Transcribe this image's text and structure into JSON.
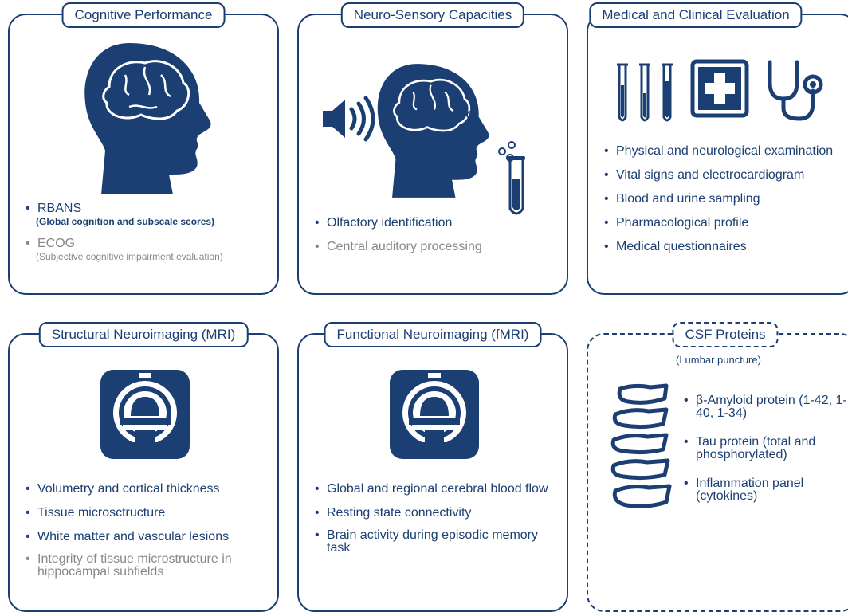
{
  "panels": {
    "cognitive": {
      "title": "Cognitive Performance",
      "items": [
        {
          "label": "RBANS",
          "sub": "(Global cognition and subscale scores)"
        },
        {
          "label": "ECOG",
          "sub": "(Subjective cognitive impairment evaluation)"
        }
      ]
    },
    "neurosensory": {
      "title": "Neuro-Sensory Capacities",
      "items": [
        "Olfactory identification",
        "Central auditory processing"
      ]
    },
    "medical": {
      "title": "Medical and Clinical Evaluation",
      "items": [
        "Physical and neurological examination",
        "Vital signs and electrocardiogram",
        "Blood and urine sampling",
        "Pharmacological profile",
        "Medical questionnaires"
      ]
    },
    "structural": {
      "title": "Structural Neuroimaging (MRI)",
      "items": [
        "Volumetry and cortical thickness",
        "Tissue microsctructure",
        "White matter and vascular lesions",
        "Integrity of tissue microstructure in hippocampal subfields"
      ]
    },
    "functional": {
      "title": "Functional Neuroimaging (fMRI)",
      "items": [
        "Global and regional cerebral blood flow",
        "Resting state connectivity",
        "Brain activity during episodic memory task"
      ]
    },
    "csf": {
      "title": "CSF Proteins",
      "note": "(Lumbar puncture)",
      "items": [
        "β-Amyloid protein (1-42, 1-40, 1-34)",
        "Tau protein (total and phosphorylated)",
        "Inflammation panel (cytokines)"
      ]
    }
  },
  "colors": {
    "primary": "#1b3f73",
    "muted": "#888888"
  },
  "icons": {
    "cognitive": "head-brain-icon",
    "neurosensory": [
      "speaker-icon",
      "head-brain-icon",
      "test-tube-icon"
    ],
    "medical": [
      "test-tube-icon",
      "medical-cross-icon",
      "stethoscope-icon"
    ],
    "structural": "mri-scanner-icon",
    "functional": "mri-scanner-icon",
    "csf": "spine-icon"
  }
}
